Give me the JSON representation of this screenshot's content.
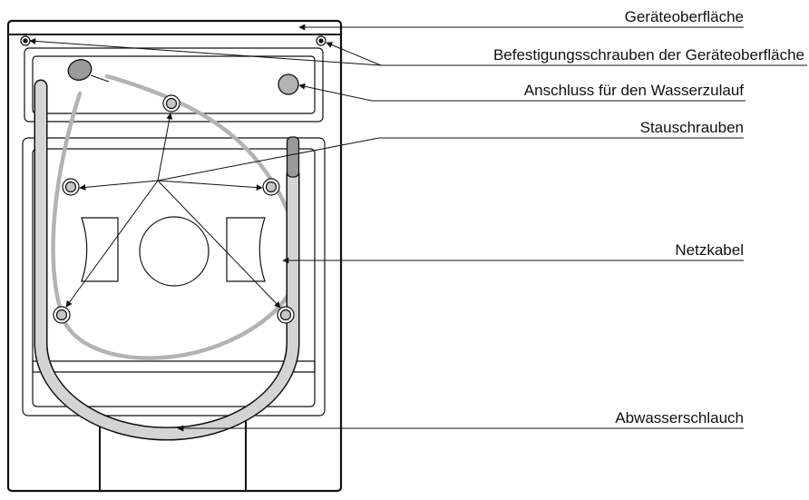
{
  "labels": {
    "top_surface": "Geräteoberfläche",
    "surface_screws": "Befestigungsschrauben der Geräteoberfläche",
    "water_inlet": "Anschluss für den Wasserzulauf",
    "transit_bolts": "Stauschrauben",
    "power_cable": "Netzkabel",
    "drain_hose": "Abwasserschlauch"
  },
  "colors": {
    "line": "#111111",
    "hose": "#d4d4d4",
    "cable": "#b3b3b3",
    "cable_tip": "#9a9a9a"
  }
}
